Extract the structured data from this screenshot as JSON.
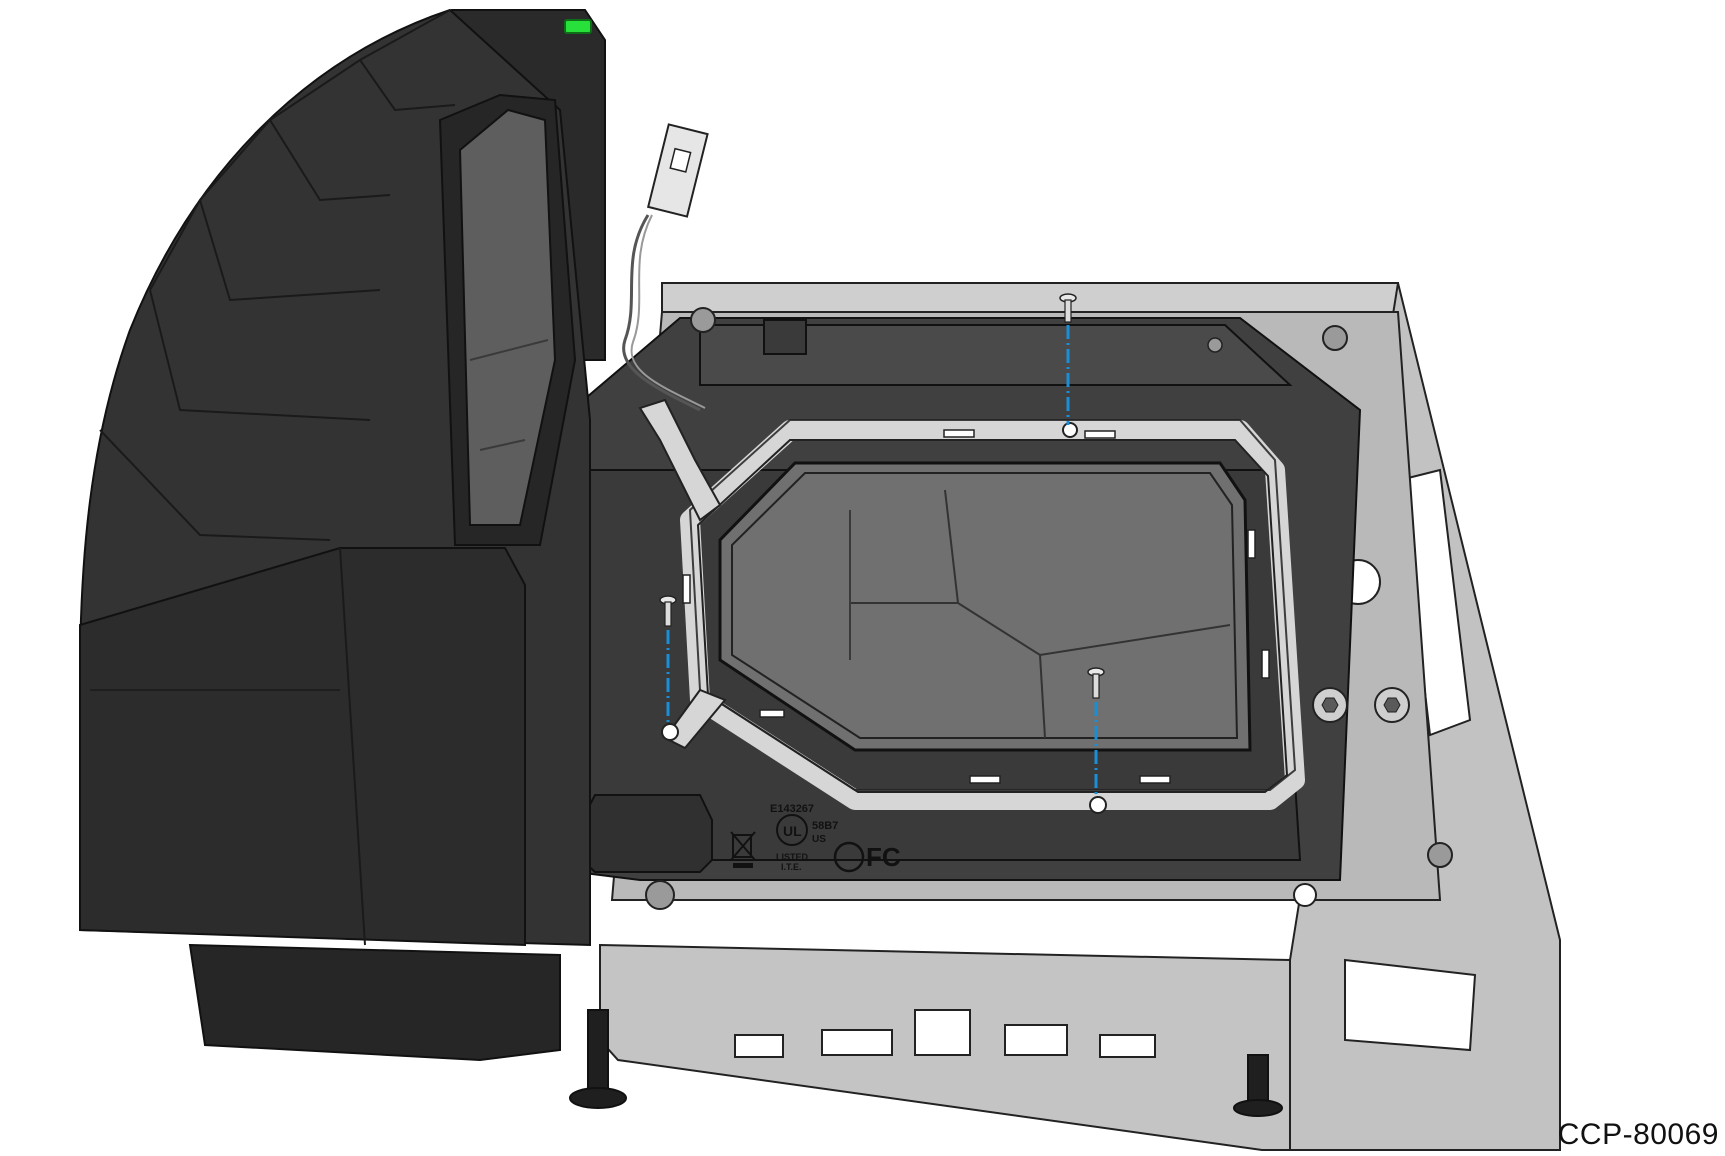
{
  "figure": {
    "id_label": "CCP-80069",
    "ul_mark": "UL",
    "fcc_mark": "FC",
    "ul_number": "E143267",
    "ul_code": "58B7",
    "ul_us": "US",
    "listed": "LISTED",
    "listed_sub": "I.T.E."
  },
  "colors": {
    "housing_dark": "#2f2f2f",
    "housing_mid": "#3d3d3d",
    "window_glass": "#6e6e6e",
    "tray_metal": "#c7c7c7",
    "bracket": "#d4d4d4",
    "status_led": "#27e03a",
    "screw_guide": "#1a8fd6",
    "background": "#ffffff"
  }
}
